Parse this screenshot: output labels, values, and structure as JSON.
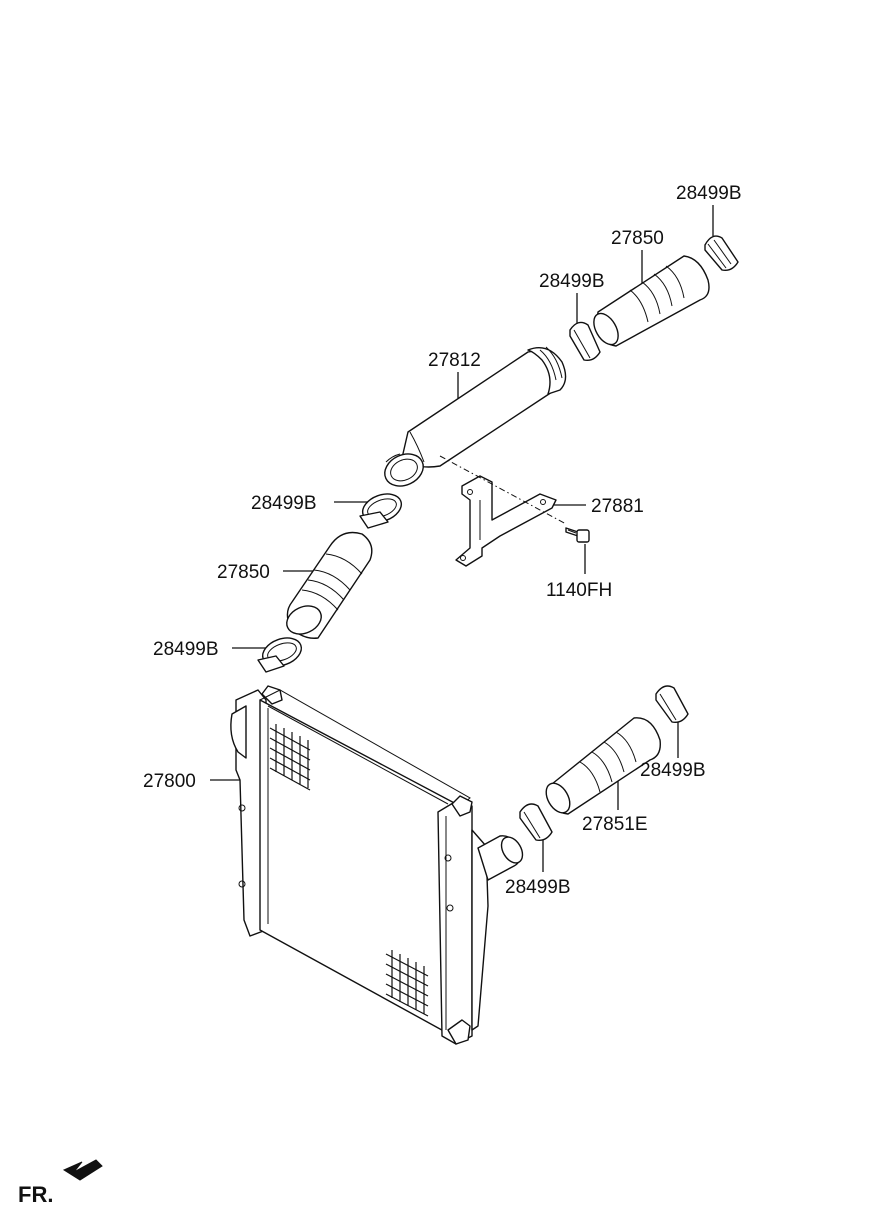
{
  "labels": {
    "clamp_top_right": "28499B",
    "hose_upper": "27850",
    "clamp_upper_mid": "28499B",
    "pipe": "27812",
    "clamp_pipe_end": "28499B",
    "bracket": "27881",
    "hose_mid": "27850",
    "bolt": "1140FH",
    "clamp_lower_left": "28499B",
    "intercooler": "27800",
    "clamp_right_outer": "28499B",
    "hose_lower": "27851E",
    "clamp_right_inner": "28499B"
  },
  "front_indicator": "FR."
}
